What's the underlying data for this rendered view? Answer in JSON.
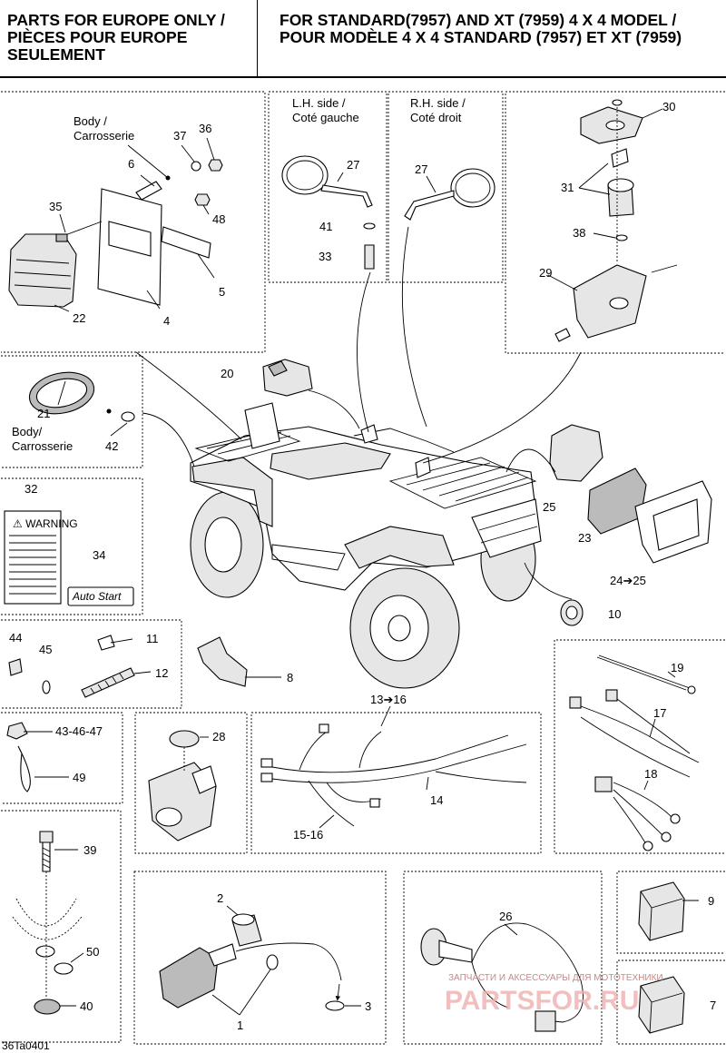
{
  "header": {
    "left_line1": "PARTS FOR EUROPE ONLY /",
    "left_line2": "PIÈCES POUR EUROPE",
    "left_line3": "SEULEMENT",
    "right_line1": "FOR STANDARD(7957) AND XT (7959) 4 X 4 MODEL /",
    "right_line2": "POUR MODÈLE 4 X 4 STANDARD (7957) ET XT (7959)"
  },
  "labels": {
    "body_1": "Body /",
    "carrosserie_1": "Carrosserie",
    "body_2": "Body/",
    "carrosserie_2": "Carrosserie",
    "lh_side": "L.H. side /",
    "lh_side_fr": "Coté gauche",
    "rh_side": "R.H. side /",
    "rh_side_fr": "Coté droit"
  },
  "callouts": {
    "c37": "37",
    "c36": "36",
    "c6": "6",
    "c35": "35",
    "c48": "48",
    "c5": "5",
    "c4": "4",
    "c22": "22",
    "c27a": "27",
    "c41": "41",
    "c33": "33",
    "c27b": "27",
    "c30": "30",
    "c31": "31",
    "c38": "38",
    "c29": "29",
    "c20": "20",
    "c21": "21",
    "c42": "42",
    "c32": "32",
    "c34": "34",
    "c25a": "25",
    "c23": "23",
    "c24_25": "24➔25",
    "c10": "10",
    "c44": "44",
    "c45": "45",
    "c11": "11",
    "c12": "12",
    "c8": "8",
    "c43_46_47": "43-46-47",
    "c49": "49",
    "c28": "28",
    "c13_16": "13➔16",
    "c14": "14",
    "c15_16": "15-16",
    "c19": "19",
    "c17": "17",
    "c18": "18",
    "c39": "39",
    "c50": "50",
    "c40": "40",
    "c2": "2",
    "c1": "1",
    "c3": "3",
    "c26": "26",
    "c9": "9",
    "c7": "7"
  },
  "decals": {
    "warning": "⚠ WARNING",
    "autostart": "Auto Start"
  },
  "code": "36Ta0401",
  "watermark": {
    "small": "ЗАПЧАСТИ И АКСЕССУАРЫ ДЛЯ МОТОТЕХНИКИ",
    "big": "PARTSFOR.RU"
  }
}
